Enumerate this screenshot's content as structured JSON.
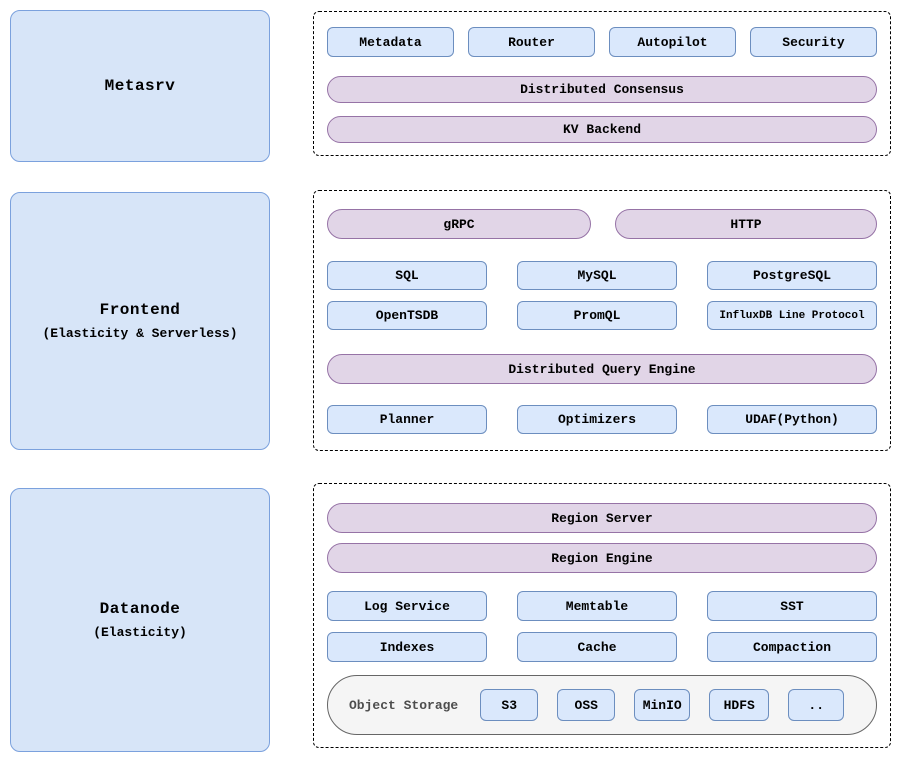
{
  "diagram_title": "Database architecture diagram",
  "colors": {
    "node_fill": "#d7e5f8",
    "node_stroke": "#7ba1dd",
    "component_fill": "#dae8fc",
    "component_stroke": "#6c8ebf",
    "pill_fill": "#e1d5e7",
    "pill_stroke": "#9673a6",
    "storage_fill": "#f5f5f5",
    "storage_stroke": "#666666",
    "group_border": "#000000"
  },
  "metasrv_box": {
    "title": "Metasrv"
  },
  "frontend_box": {
    "title": "Frontend",
    "subtitle": "(Elasticity & Serverless)"
  },
  "datanode_box": {
    "title": "Datanode",
    "subtitle": "(Elasticity)"
  },
  "metasrv_panel": {
    "components": [
      "Metadata",
      "Router",
      "Autopilot",
      "Security"
    ],
    "consensus_pill": "Distributed Consensus",
    "kv_pill": "KV Backend"
  },
  "frontend_panel": {
    "grpc_pill": "gRPC",
    "http_pill": "HTTP",
    "protocols_row1": [
      "SQL",
      "MySQL",
      "PostgreSQL"
    ],
    "protocols_row2": [
      "OpenTSDB",
      "PromQL",
      "InfluxDB Line Protocol"
    ],
    "query_engine_pill": "Distributed Query Engine",
    "engine_row": [
      "Planner",
      "Optimizers",
      "UDAF(Python)"
    ]
  },
  "datanode_panel": {
    "region_server_pill": "Region Server",
    "region_engine_pill": "Region Engine",
    "components_row1": [
      "Log Service",
      "Memtable",
      "SST"
    ],
    "components_row2": [
      "Indexes",
      "Cache",
      "Compaction"
    ],
    "object_storage": {
      "label": "Object Storage",
      "backends": [
        "S3",
        "OSS",
        "MinIO",
        "HDFS",
        ".."
      ]
    }
  }
}
